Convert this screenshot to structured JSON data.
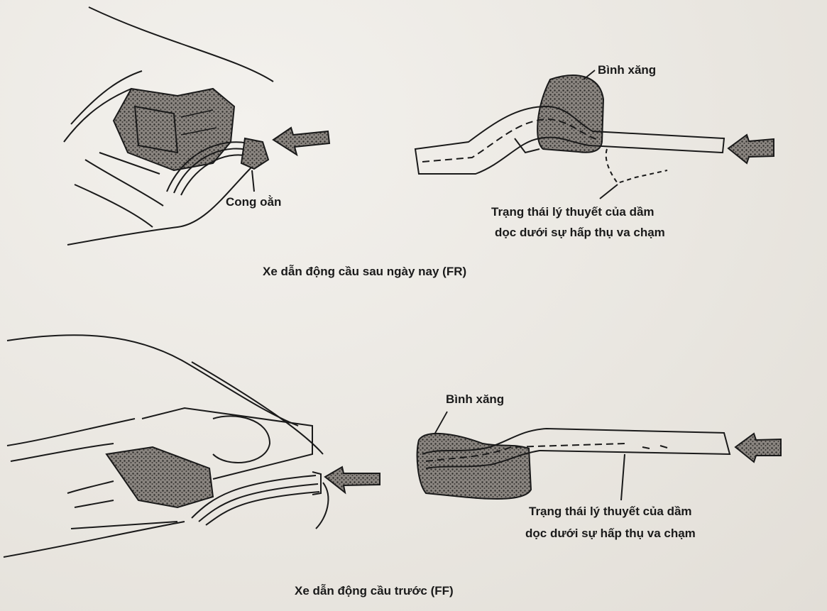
{
  "top_section": {
    "label_cong_oan": "Cong oằn",
    "label_binh_xang": "Bình xăng",
    "label_state_line1": "Trạng thái lý thuyết của dầm",
    "label_state_line2": "dọc dưới sự hấp thụ va chạm",
    "caption": "Xe dẫn động cầu sau ngày nay (FR)"
  },
  "bottom_section": {
    "label_binh_xang": "Bình xăng",
    "label_state_line1": "Trạng thái lý thuyết của dầm",
    "label_state_line2": "dọc dưới sự hấp thụ va chạm",
    "caption": "Xe dẫn động cầu trước (FF)"
  },
  "colors": {
    "ink": "#1a1a1a",
    "paper": "#ece9e4",
    "hatch": "#4a4a4a"
  }
}
